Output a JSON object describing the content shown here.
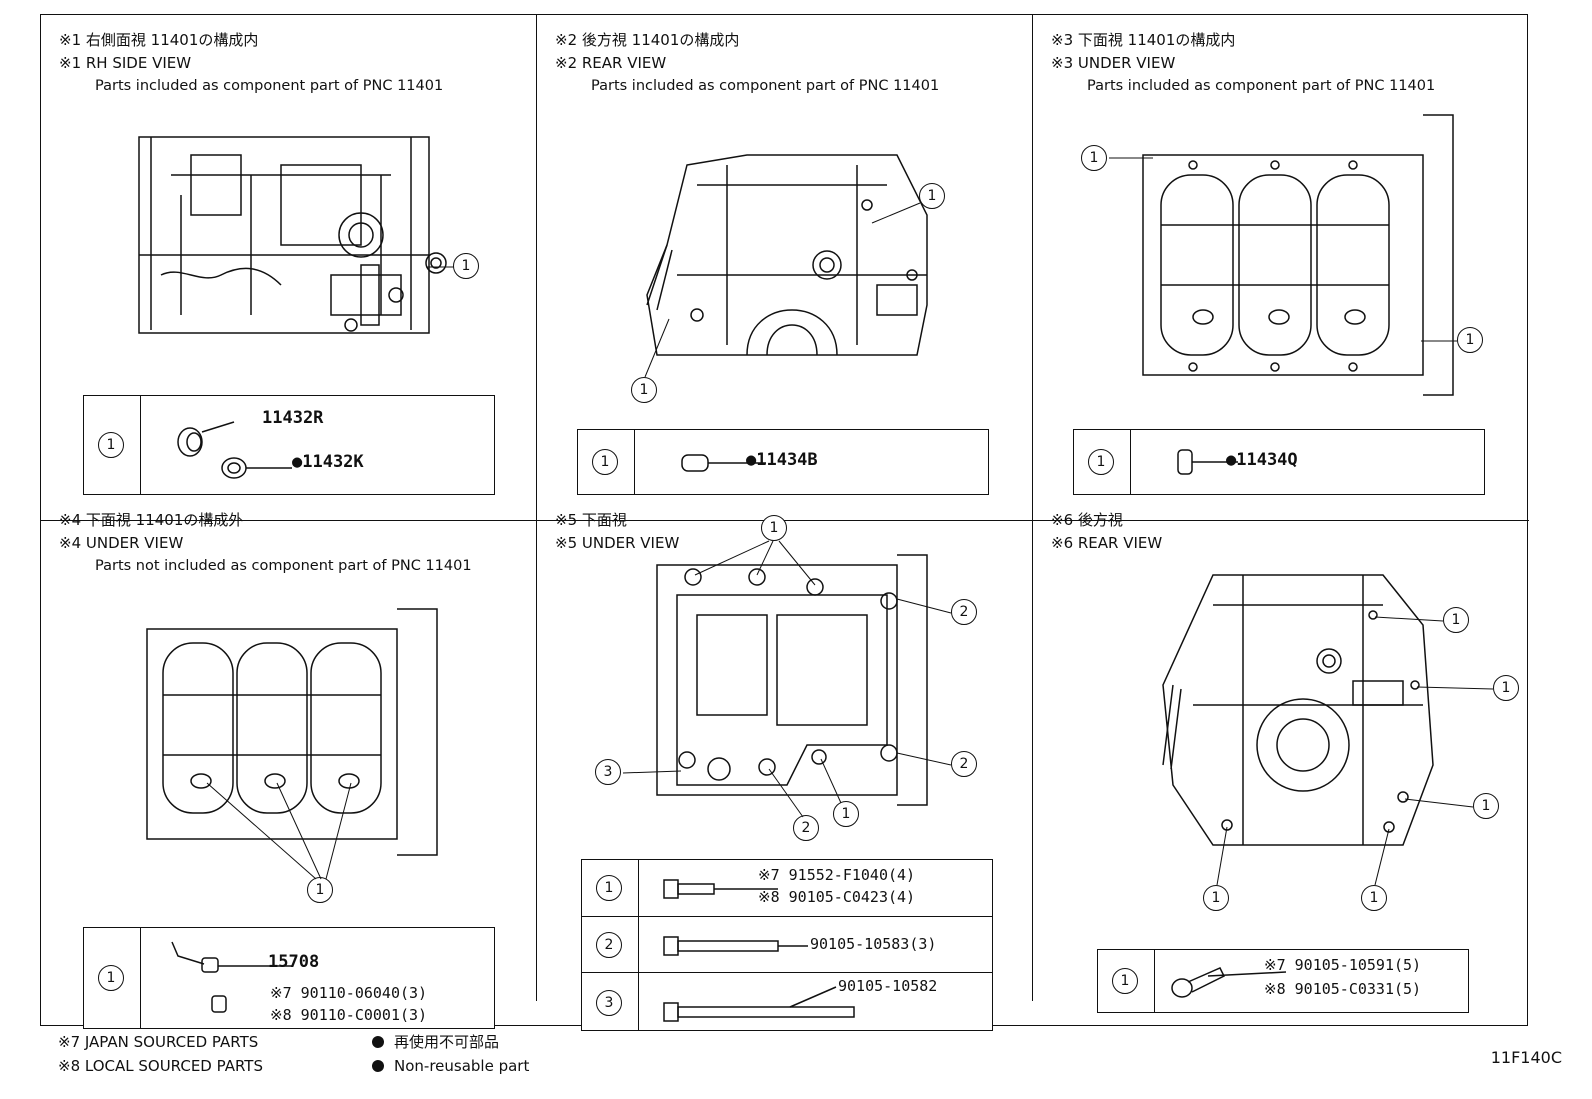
{
  "panels": [
    {
      "line1": "※1 右側面視 11401の構成内",
      "line2": "※1 RH SIDE VIEW",
      "line3": "Parts included as component part of PNC 11401",
      "legend": {
        "num": "1",
        "parts": [
          "11432R",
          "●11432K"
        ]
      }
    },
    {
      "line1": "※2 後方視 11401の構成内",
      "line2": "※2 REAR VIEW",
      "line3": "Parts included as component part of PNC 11401",
      "legend": {
        "num": "1",
        "parts": [
          "●11434B"
        ]
      }
    },
    {
      "line1": "※3 下面視 11401の構成内",
      "line2": "※3 UNDER VIEW",
      "line3": "Parts included as component part of PNC 11401",
      "legend": {
        "num": "1",
        "parts": [
          "●11434Q"
        ]
      }
    },
    {
      "line1": "※4 下面視 11401の構成外",
      "line2": "※4 UNDER VIEW",
      "line3": "Parts not included as component part of PNC 11401",
      "legend": {
        "num": "1",
        "parts": [
          "15708",
          "※7  90110-06040(3)",
          "※8  90110-C0001(3)"
        ]
      }
    },
    {
      "line1": "※5 下面視",
      "line2": "※5 UNDER VIEW",
      "line3": "",
      "legend": {
        "rows": [
          {
            "num": "1",
            "parts": [
              "※7  91552-F1040(4)",
              "※8  90105-C0423(4)"
            ]
          },
          {
            "num": "2",
            "parts": [
              "90105-10583(3)"
            ]
          },
          {
            "num": "3",
            "parts": [
              "90105-10582"
            ]
          }
        ]
      }
    },
    {
      "line1": "※6 後方視",
      "line2": "※6 REAR VIEW",
      "line3": "",
      "legend": {
        "num": "1",
        "parts": [
          "※7  90105-10591(5)",
          "※8  90105-C0331(5)"
        ]
      }
    }
  ],
  "callouts": {
    "one": "1",
    "two": "2",
    "three": "3"
  },
  "footer": {
    "note7": "※7 JAPAN SOURCED PARTS",
    "note8": "※8 LOCAL SOURCED PARTS",
    "nonreusable_jp": "再使用不可部品",
    "nonreusable_en": "Non-reusable part"
  },
  "diagram_code": "11F140C"
}
